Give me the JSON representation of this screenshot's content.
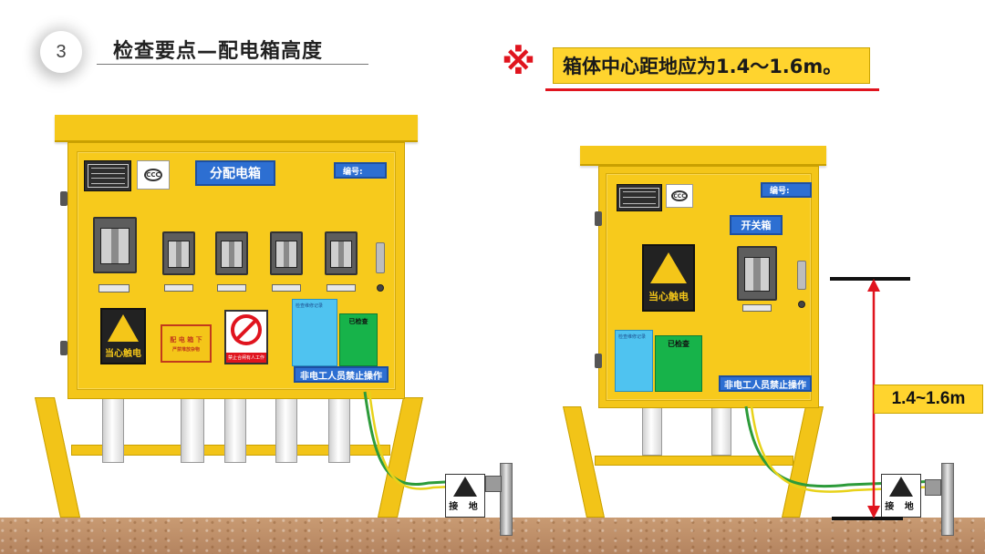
{
  "header": {
    "section_number": "3",
    "title": "检查要点—配电箱高度"
  },
  "note": {
    "mark": "※",
    "text": "箱体中心距地应为1.4～1.6m。"
  },
  "left_cabinet": {
    "label": "分配电箱",
    "number_label": "编号:",
    "warning": "当心触电",
    "sign_text": "配 电 箱 下",
    "sign_subtext": "严禁堆放杂物",
    "prohibit_text": "禁止合闸有人工作",
    "info_title": "检查维修记录",
    "checked": "已检查",
    "bottom_notice": "非电工人员禁止操作",
    "ground_label": "接 地"
  },
  "right_cabinet": {
    "label": "开关箱",
    "number_label": "编号:",
    "warning": "当心触电",
    "info_title": "检查维修记录",
    "checked": "已检查",
    "bottom_notice": "非电工人员禁止操作",
    "ground_label": "接 地"
  },
  "measurement": {
    "text": "1.4~1.6m"
  },
  "colors": {
    "accent_red": "#e0141e",
    "box_yellow": "#f4c619",
    "label_blue": "#2d6fd2"
  }
}
